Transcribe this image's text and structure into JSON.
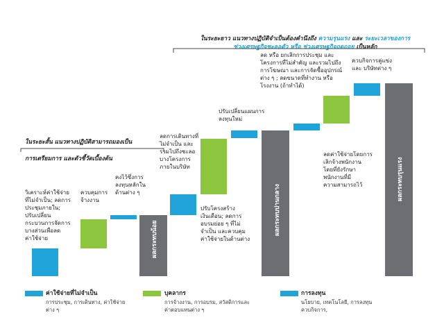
{
  "long_term_header": {
    "prefix": "ในระยะยาว แนวทางปฏิบัติจำเป็นต้องคำนึงถึง ",
    "h1": "ความรุนแรง",
    "mid1": " และ ",
    "h2": "ระยะเวลาของการ",
    "h3": "ช่วงเศรษฐกิจชะลอตัว หรือ ช่วงเศรษฐกิจถดถอย",
    "suffix": " เป็นหลัก"
  },
  "short_term_header": {
    "line1": "ในระยะสั้น แนวทางปฏิบัติสามารถมองเป็น",
    "line2": "การเตรียมการ และตัวชี้วัดเบื้องต้น"
  },
  "annotations": {
    "a1": "วิเคราะห์ค่าใช้จ่าย\nที่ไม่จำเป็น; ลดการ\nประชุมภายใน;\nปรับเปลี่ยน\nกระบวนการจัดการ\nบางส่วนเพื่อลด\nค่าใช้จ่าย",
    "a2": "ควบคุมการ\nจ้างงาน",
    "a3": "คงไว้ซึ่งการ\nลงทุนหลักใน\nด้านต่าง ๆ",
    "a4": "ลดการเดินทางที่\nไม่จำเป็น และ\nรวมไปถึงชะลอ\nบางโครงการ\nภายในบริษัท",
    "a5": "ปรับโครงสร้าง\nเงินเดือน; ลดการ\nอบรมย่อย ๆ ที่ไม่\nจำเป็น และควบคุม\nค่าใช้จ่ายในด้านต่าง",
    "a6": "ปรับเปลี่ยนแผนการ\nลงทุนใหม่",
    "a7": "ลด หรือ ยกเลิกการประชุม และ\nโครงการที่ไม่สำคัญ และรวมไปถึง\nการโฆษณา และการจัดซื้ออุปกรณ์\nต่าง ๆ ; ลดขนาดที่ทำงาน หรือ\nโรงงาน (ถ้าทำได้)",
    "a8": "ลดค่าใช้จ่ายโดยการ\nเลิกจ้างพนักงาน\nโดยที่ยังรักษา\nพนักงานที่มี\nความสามารถไว้",
    "a9": "ควบกิจการคู่แข่ง\nและ บริษัทต่าง ๆ"
  },
  "grey_bars": {
    "g1": "ผลกระทบน้อย",
    "g2": "ผลกระทบปานกลาง",
    "g3": "ผลกระทบรุนแรง"
  },
  "legend": [
    {
      "title": "ค่าใช้จ่ายที่ไม่จำเป็น",
      "desc": "การประชุม, การเดินทาง, ค่าใช้จ่าย\nต่าง ๆ",
      "color": "#1fa3d8"
    },
    {
      "title": "บุคลากร",
      "desc": "การจ้างงาน, การอบรม, สวัสดิการและ\nค่าตอบแทนต่าง ๆ",
      "color": "#8cc63f"
    },
    {
      "title": "การลงทุน",
      "desc": "นโยบาย, เทคโนโลยี, การลงทุน\nควบกิจการ,",
      "color": "#1fa3d8"
    }
  ],
  "colors": {
    "teal": "#1fa3d8",
    "green": "#8cc63f",
    "grey": "#6d6e71"
  }
}
